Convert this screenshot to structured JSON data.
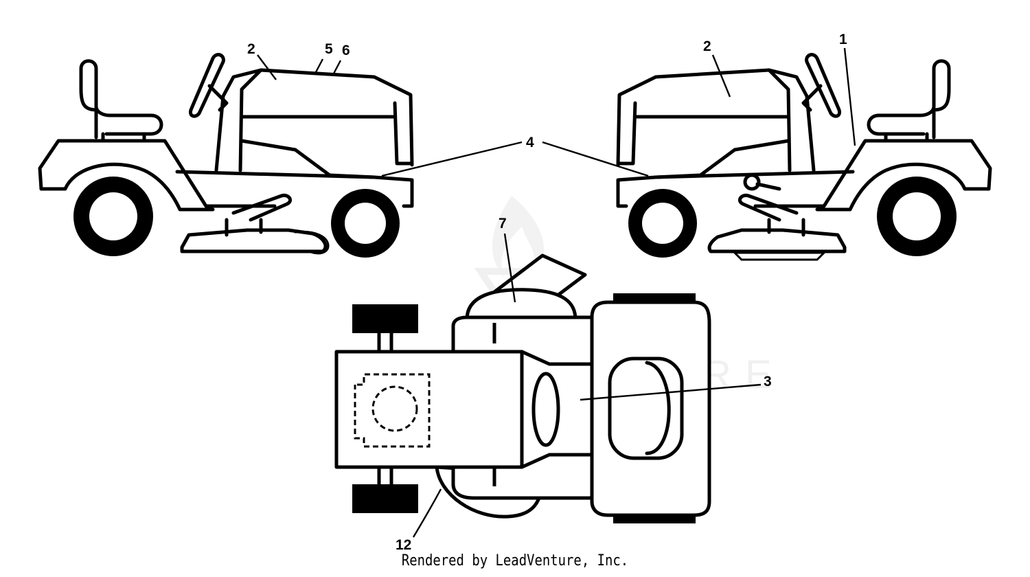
{
  "diagram": {
    "watermark": "LEADVENTURE",
    "callouts": {
      "c1": "1",
      "c2_left": "2",
      "c2_right": "2",
      "c3": "3",
      "c4": "4",
      "c5": "5",
      "c6": "6",
      "c7": "7",
      "c12": "12"
    },
    "footer": "Rendered by LeadVenture, Inc."
  },
  "colors": {
    "ink": "#000000",
    "paper": "#ffffff",
    "watermark": "#f0f0f0"
  }
}
